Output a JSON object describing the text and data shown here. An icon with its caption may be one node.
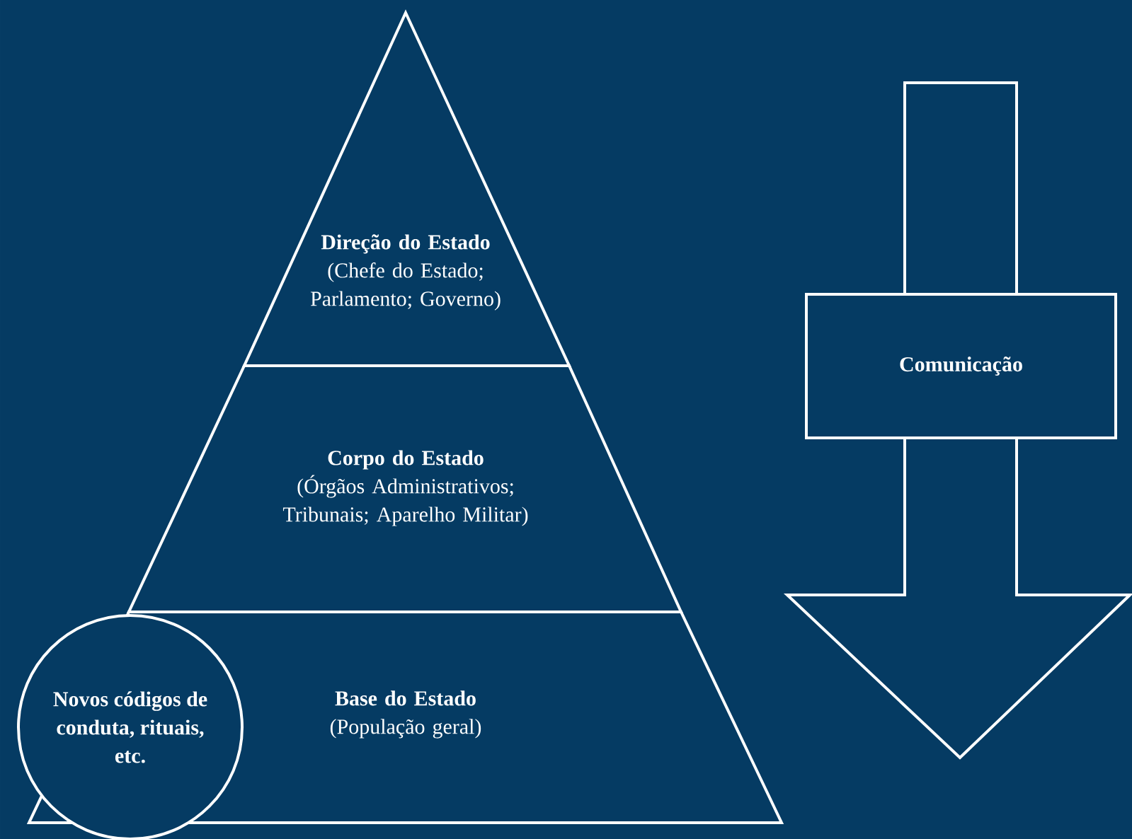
{
  "diagram": {
    "nodes": [
      {
        "text": [
          "**Direção do Estado** (Chefe do Estado; Parlamento; Governo)"
        ]
      },
      {
        "text": [
          "Corpo do Estado",
          "(Órgãos Administrativos; Tribunais; Aparelho Militar)"
        ]
      },
      {
        "text": [
          "Base do Estado",
          "(População geral)"
        ]
      },
      {
        "text": [
          "Novos códigos de conduta, rituais, etc."
        ]
      },
      {
        "text": [
          "Comunicação"
        ]
      }
    ]
  }
}
